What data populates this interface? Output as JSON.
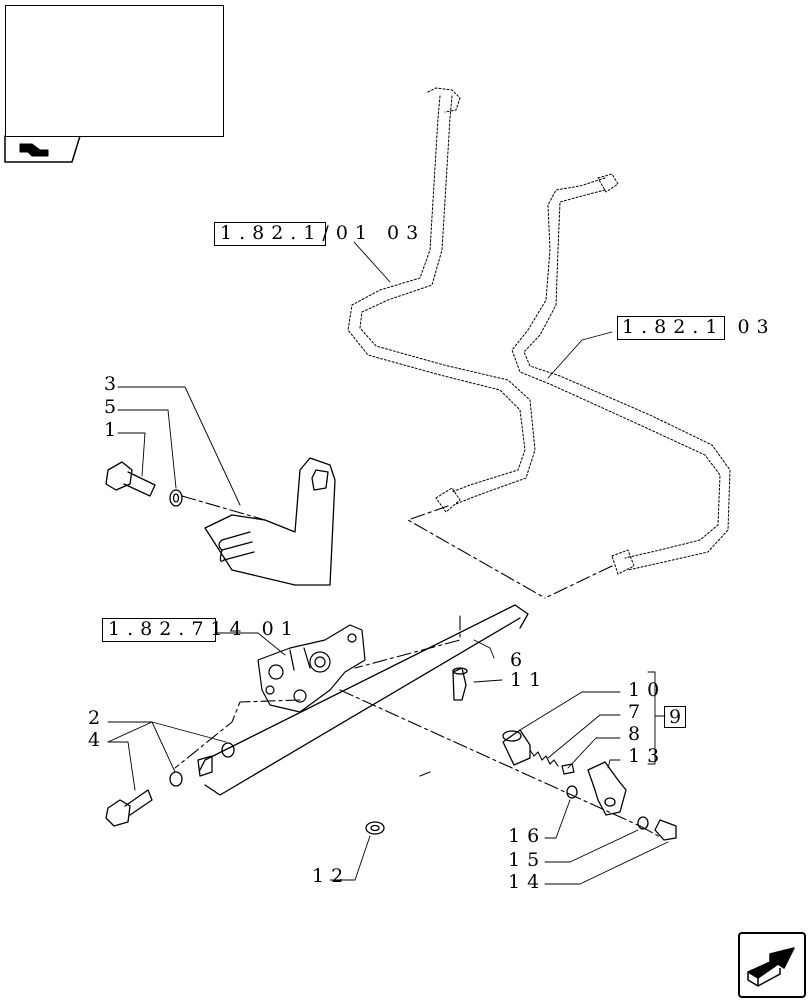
{
  "references": {
    "ref_a": "1.82.1/01 03",
    "ref_b": "1.82.1 03",
    "ref_c": "1.82.714 01"
  },
  "callouts": {
    "c1": "1",
    "c2": "2",
    "c3": "3",
    "c4": "4",
    "c5": "5",
    "c6": "6",
    "c7": "7",
    "c8": "8",
    "c10": "10",
    "c11": "11",
    "c12": "12",
    "c13": "13",
    "c14": "14",
    "c15": "15",
    "c16": "16"
  },
  "group_label": "9",
  "icons": {
    "thumbnail": "tractor-thumbnail-icon",
    "section": "section-tab-icon",
    "next_page": "next-page-arrow-icon"
  }
}
